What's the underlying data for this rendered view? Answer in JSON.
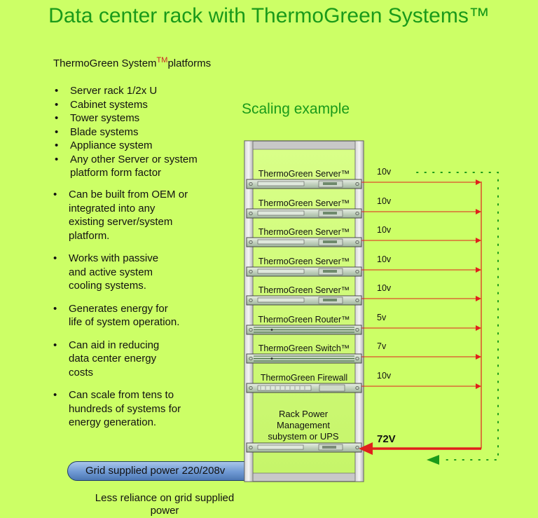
{
  "title": "Data center rack with ThermoGreen Systems™",
  "platforms_heading": "ThermoGreen System",
  "platforms_tm": "TM",
  "platforms_suffix": "platforms",
  "platform_list": [
    "Server rack 1/2x U",
    "Cabinet systems",
    "Tower systems",
    "Blade systems",
    "Appliance system",
    "Any other Server or system platform form factor"
  ],
  "features": [
    "Can be built from OEM or integrated into any existing server/system platform.",
    "Works with passive and active system cooling systems.",
    "Generates energy for life of system operation.",
    "Can aid in reducing data center energy costs",
    "Can scale from tens to hundreds of systems for energy generation."
  ],
  "scaling_title": "Scaling example",
  "rack_units": [
    {
      "label": "ThermoGreen Server™",
      "voltage": "10v",
      "kind": "server"
    },
    {
      "label": "ThermoGreen Server™",
      "voltage": "10v",
      "kind": "server"
    },
    {
      "label": "ThermoGreen Server™",
      "voltage": "10v",
      "kind": "server"
    },
    {
      "label": "ThermoGreen Server™",
      "voltage": "10v",
      "kind": "server"
    },
    {
      "label": "ThermoGreen Server™",
      "voltage": "10v",
      "kind": "server"
    },
    {
      "label": "ThermoGreen Router™",
      "voltage": "5v",
      "kind": "router"
    },
    {
      "label": "ThermoGreen Switch™",
      "voltage": "7v",
      "kind": "switch"
    },
    {
      "label": "ThermoGreen Firewall",
      "voltage": "10v",
      "kind": "firewall"
    }
  ],
  "power_mgmt_label": [
    "Rack Power",
    "Management",
    "subystem or UPS"
  ],
  "total_voltage": "72V",
  "grid_label": "Grid supplied power 220/208v",
  "reliance_label": "Less reliance on grid supplied power",
  "colors": {
    "background": "#ccff66",
    "title_green": "#1a9a1a",
    "wire_red": "#e0201c",
    "dotted_green": "#1a9a1a",
    "pipe_blue": "#6f99d4"
  }
}
